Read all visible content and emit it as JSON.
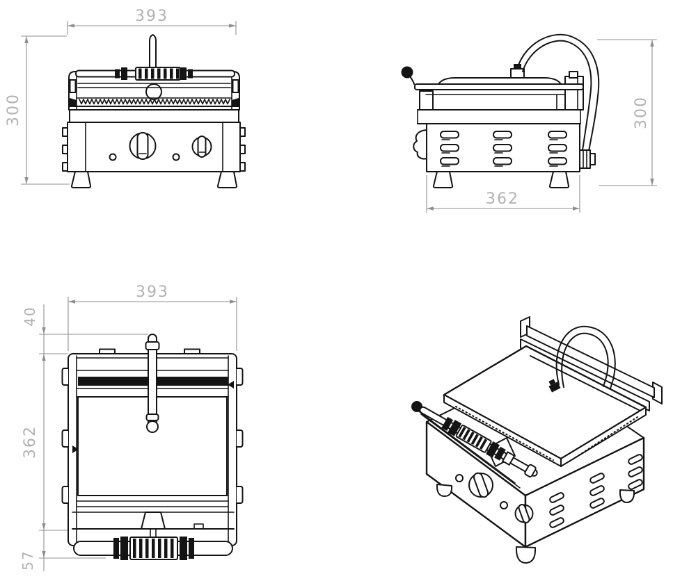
{
  "colors": {
    "line": "#141414",
    "dimension_line": "#8f8f8f",
    "dimension_text": "#b2b2b2",
    "background": "#ffffff"
  },
  "views": {
    "front": {
      "dim_width": "393",
      "dim_height": "300"
    },
    "side": {
      "dim_depth": "362",
      "dim_height": "300"
    },
    "top": {
      "dim_width": "393",
      "dim_handle_offset": "40",
      "dim_depth": "362",
      "dim_hinge_offset": "57"
    },
    "isometric": {}
  }
}
